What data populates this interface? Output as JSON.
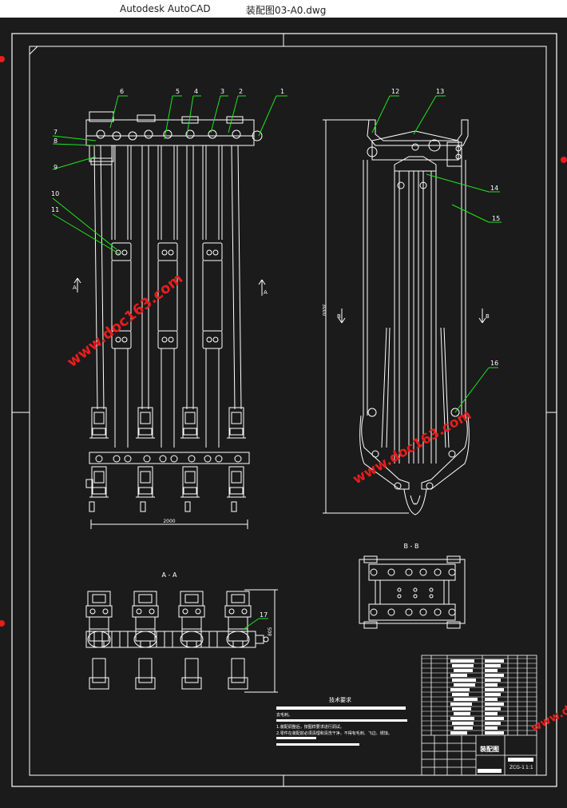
{
  "window": {
    "app_title": "Autodesk AutoCAD",
    "document_title": "装配图03-A0.dwg"
  },
  "drawing": {
    "part_numbers": [
      "1",
      "2",
      "3",
      "4",
      "5",
      "6",
      "7",
      "8",
      "9",
      "10",
      "11",
      "12",
      "13",
      "14",
      "15",
      "16",
      "17"
    ],
    "section_aa_label": "A - A",
    "section_bb_label": "B - B",
    "view_arrow_a": "A",
    "view_arrow_b": "B",
    "dim_width_front": "2000",
    "dim_height_side": "3000",
    "dim_aa_height": "805",
    "watermark": "www.doc163.com",
    "tech_req_title": "技术要求",
    "tech_req_lines": [
      "去毛刺。",
      "1.装配调整后，按图样要求进行调试。",
      "2.零件在装配前必须清理和清洗干净，不得有毛刺、飞边、锈蚀。"
    ],
    "title_block": {
      "drawing_name": "装配图",
      "drawing_code": "ZCG-1",
      "scale": "1:1"
    }
  },
  "colors": {
    "background": "#1b1b1b",
    "lines": "#ffffff",
    "leaders": "#00ff00",
    "watermark": "#e81d1d"
  }
}
